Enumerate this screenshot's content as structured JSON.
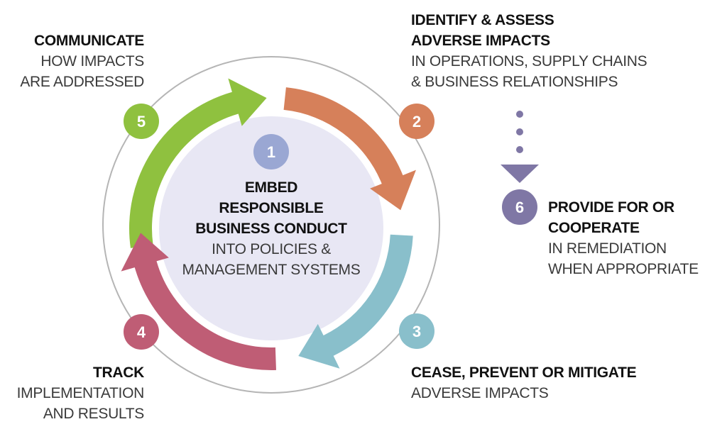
{
  "title": "Due diligence process and supporting measures",
  "colors": {
    "step1": "#9aa7d3",
    "step2": "#d6805a",
    "step3": "#89bfcb",
    "step4": "#bf5d75",
    "step5": "#8fc13f",
    "step6": "#7f77a5",
    "center_fill": "#e8e7f4",
    "ring": "#b5b5b5"
  },
  "steps": [
    {
      "number": "1",
      "bold_lines": [
        "EMBED",
        "RESPONSIBLE",
        "BUSINESS CONDUCT"
      ],
      "normal_lines": [
        "INTO POLICIES &",
        "MANAGEMENT SYSTEMS"
      ]
    },
    {
      "number": "2",
      "bold_lines": [
        "IDENTIFY & ASSESS",
        "ADVERSE IMPACTS"
      ],
      "normal_lines": [
        "IN OPERATIONS, SUPPLY CHAINS",
        "& BUSINESS RELATIONSHIPS"
      ]
    },
    {
      "number": "3",
      "bold_lines": [
        "CEASE, PREVENT OR MITIGATE"
      ],
      "normal_lines": [
        "ADVERSE IMPACTS"
      ]
    },
    {
      "number": "4",
      "bold_lines": [
        "TRACK"
      ],
      "normal_lines": [
        "IMPLEMENTATION",
        "AND RESULTS"
      ]
    },
    {
      "number": "5",
      "bold_lines": [
        "COMMUNICATE"
      ],
      "normal_lines": [
        "HOW IMPACTS",
        "ARE ADDRESSED"
      ]
    },
    {
      "number": "6",
      "bold_lines": [
        "PROVIDE FOR OR",
        "COOPERATE"
      ],
      "normal_lines": [
        "IN REMEDIATION",
        "WHEN APPROPRIATE"
      ]
    }
  ]
}
